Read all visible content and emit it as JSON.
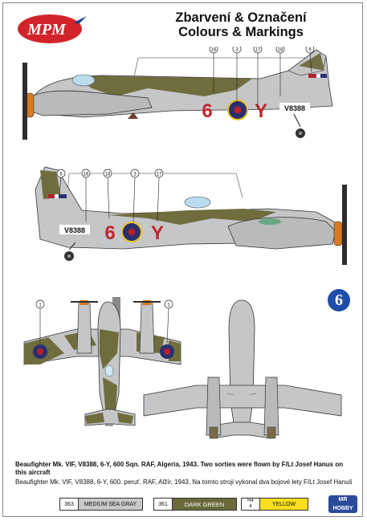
{
  "header": {
    "title_cz": "Zbarvení & Označení",
    "title_en": "Colours & Markings",
    "logo_text": "MPM",
    "sheet_number": "6"
  },
  "side_view_top": {
    "code_letters": [
      "6",
      "Y"
    ],
    "serial": "V8388",
    "callouts": [
      "16",
      "3",
      "17",
      "18",
      "6"
    ]
  },
  "side_view_bottom": {
    "code_letters": [
      "6",
      "Y"
    ],
    "serial": "V8388",
    "callouts": [
      "6",
      "16",
      "18",
      "3",
      "17"
    ]
  },
  "plan_views": {
    "callouts": [
      "1",
      "1"
    ]
  },
  "caption": {
    "en": "Beaufighter Mk. VIF, V8388, 6-Y, 600 Sqn. RAF, Algeria, 1943. Two sorties were flown by F/Lt Josef Hanus on this aircraft",
    "cz": "Beaufighter Mk. VIF, V8388, 6-Y, 600. peruť. RAF, Alžír, 1943. Na tomto stroji vykonal dva bojové lety F/Lt Josef Hanuš"
  },
  "paints": [
    {
      "code": "363",
      "name": "MEDIUM SEA GRAY",
      "color": "#c7c8c9"
    },
    {
      "code": "361",
      "name": "DARK GREEN",
      "color": "#6b6a3b"
    },
    {
      "code_top": "H4",
      "code_bottom": "4",
      "name": "YELLOW",
      "color": "#f7df1e"
    }
  ],
  "publisher_badge": "MR HOBBY",
  "colors": {
    "medium_sea_gray": "#c4c6c8",
    "dark_green": "#6f6c3e",
    "roundel_red": "#b5202b",
    "roundel_blue": "#2a2f6e",
    "roundel_yellow": "#e8c21c",
    "code_red": "#c0272d",
    "prop_spinner": "#d77a22"
  }
}
